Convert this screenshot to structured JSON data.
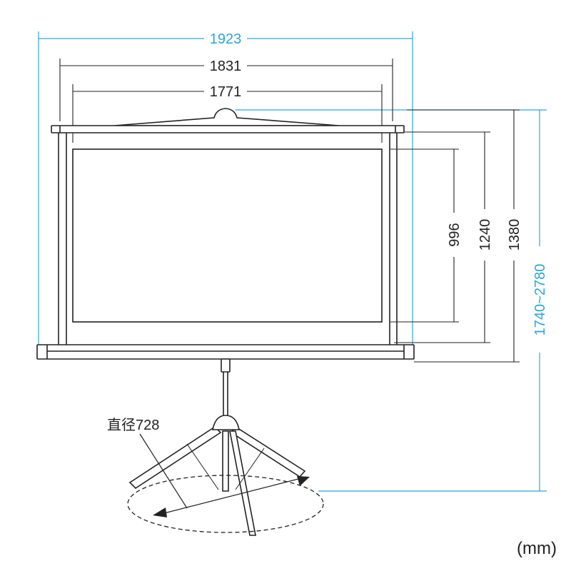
{
  "dimensions": {
    "overall_width": "1923",
    "bar_width": "1831",
    "screen_width": "1771",
    "screen_height": "996",
    "frame_height": "1240",
    "case_height": "1380",
    "total_height": "1740~2780",
    "tripod_diameter": "直径728"
  },
  "unit_label": "(mm)",
  "colors": {
    "line": "#222222",
    "dimension_accent": "#2aa6d6",
    "background": "#ffffff"
  }
}
